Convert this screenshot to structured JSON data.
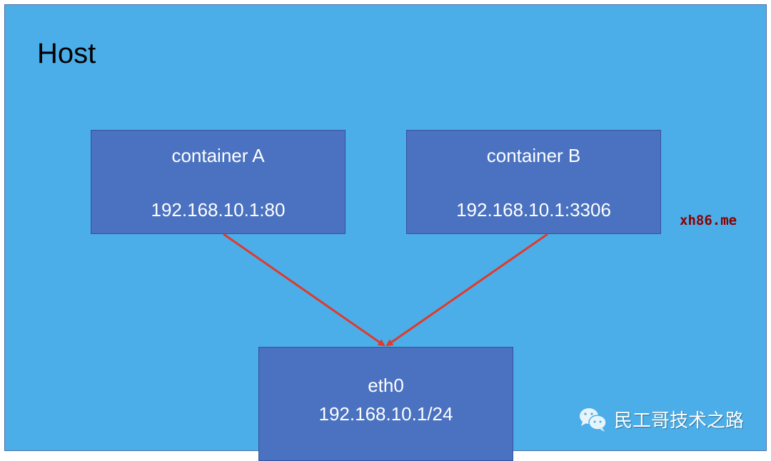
{
  "host": {
    "title": "Host"
  },
  "containers": [
    {
      "name": "container A",
      "address": "192.168.10.1:80"
    },
    {
      "name": "container B",
      "address": "192.168.10.1:3306"
    }
  ],
  "interface": {
    "name": "eth0",
    "address": "192.168.10.1/24"
  },
  "watermark": "xh86.me",
  "wechat_label": "民工哥技术之路",
  "colors": {
    "host": "#4baee8",
    "box": "#4a72c0",
    "arrow": "#e03a2a"
  }
}
